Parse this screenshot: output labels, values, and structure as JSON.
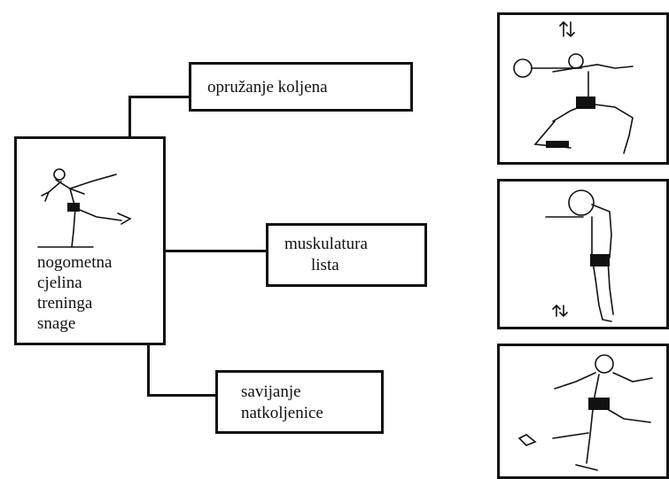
{
  "center": {
    "label_lines": [
      "nogometna",
      "cjelina",
      "treninga",
      "snage"
    ]
  },
  "branches": [
    {
      "label_lines": [
        "opružanje koljena"
      ]
    },
    {
      "label_lines": [
        "muskulatura",
        "lista"
      ]
    },
    {
      "label_lines": [
        "savijanje",
        "natkoljenice"
      ]
    }
  ],
  "illustrations": [
    {
      "icon": "weighted-knee-extension-figure-icon"
    },
    {
      "icon": "calf-raise-with-weight-figure-icon"
    },
    {
      "icon": "leg-curl-figure-icon"
    }
  ]
}
